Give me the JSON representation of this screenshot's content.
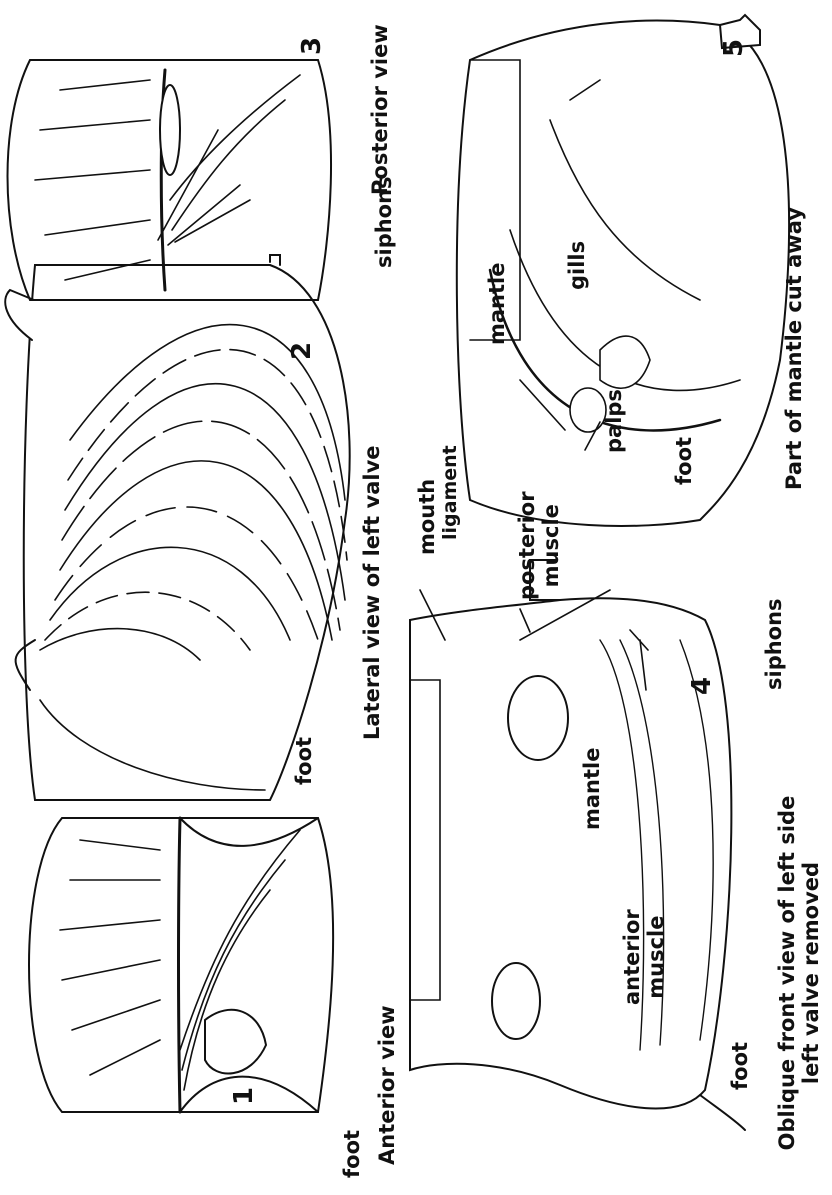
{
  "colors": {
    "ink": "#111111",
    "paper": "#ffffff"
  },
  "figures": [
    {
      "number": "1",
      "caption": "Anterior view",
      "labels": {
        "foot": "foot"
      }
    },
    {
      "number": "2",
      "caption": "Lateral view of left valve",
      "labels": {
        "foot": "foot",
        "siphons": "siphons"
      }
    },
    {
      "number": "3",
      "caption": "Posterior view"
    },
    {
      "number": "4",
      "caption_line1": "Oblique front view of left side",
      "caption_line2": "left valve removed",
      "labels": {
        "foot": "foot",
        "ligament": "ligament",
        "anterior": "anterior",
        "anterior2": "muscle",
        "posterior": "posterior",
        "posterior2": "muscle",
        "mantle": "mantle",
        "siphons": "siphons"
      }
    },
    {
      "number": "5",
      "caption": "Part of mantle cut away",
      "labels": {
        "mouth": "mouth",
        "palps": "palps",
        "foot": "foot",
        "mantle": "mantle",
        "gills": "gills"
      }
    }
  ]
}
